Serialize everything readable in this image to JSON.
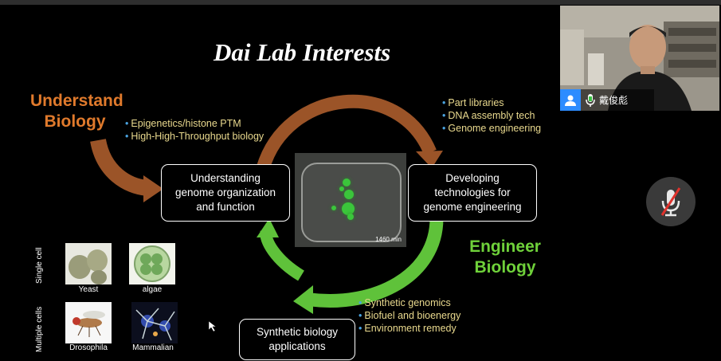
{
  "slide": {
    "title": "Dai Lab Interests",
    "understand": {
      "line1": "Understand",
      "line2": "Biology"
    },
    "engineer": {
      "line1": "Engineer",
      "line2": "Biology"
    },
    "understand_bullets": [
      "Epigenetics/histone PTM",
      "High-High-Throughput biology"
    ],
    "tech_bullets": [
      "Part libraries",
      "DNA assembly tech",
      "Genome engineering"
    ],
    "synthetic_bullets": [
      "Synthetic genomics",
      "Biofuel and bioenergy",
      "Environment remedy"
    ],
    "box_understanding": "Understanding genome organization and function",
    "box_developing": "Developing technologies for genome engineering",
    "box_synthetic": "Synthetic biology applications",
    "microscopy_timestamp": "1460 min",
    "single_cell_label": "Single cell",
    "multiple_cells_label": "Multiple cells",
    "organisms": [
      "Yeast",
      "algae",
      "Drosophila",
      "Mammalian"
    ]
  },
  "video": {
    "participant_name": "戴俊彪"
  },
  "colors": {
    "orange_accent": "#e07a2c",
    "green_accent": "#6fd13a",
    "bullet_text": "#e9d98e",
    "bullet_dot": "#4aa3df"
  }
}
